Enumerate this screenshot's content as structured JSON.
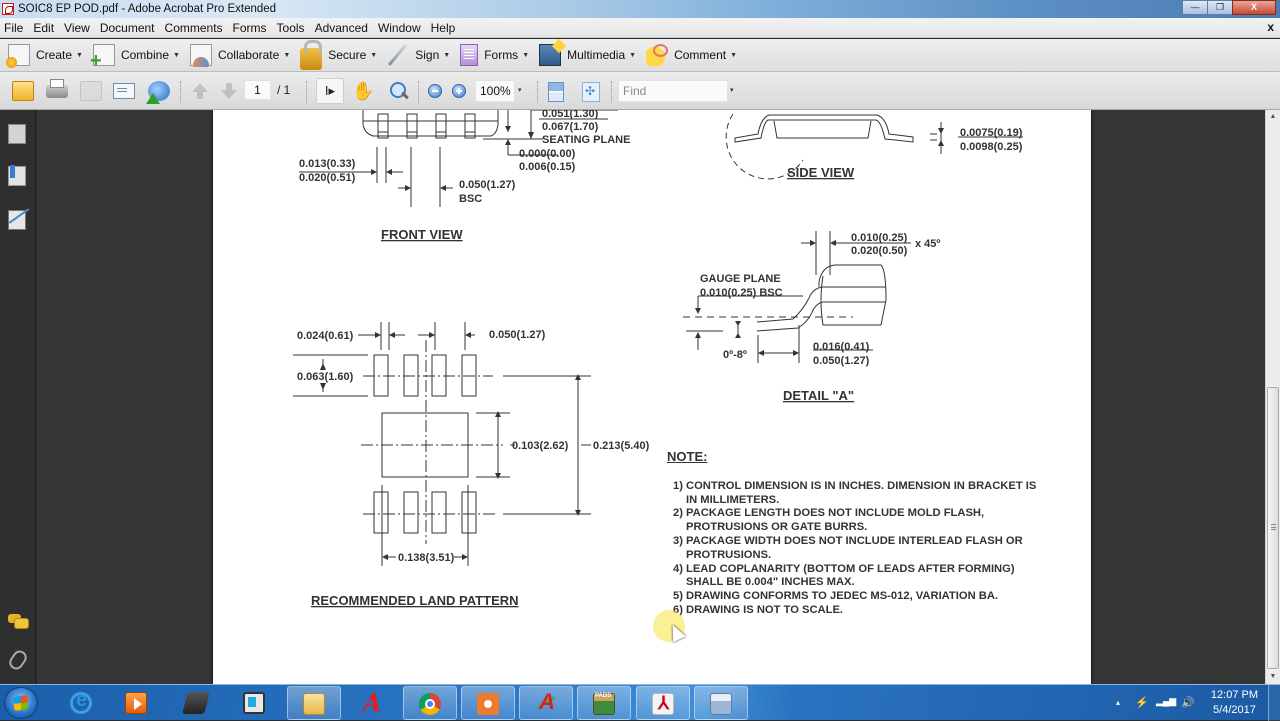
{
  "window": {
    "title": "SOIC8 EP POD.pdf - Adobe Acrobat Pro Extended",
    "controls": {
      "minimize": "—",
      "restore": "❐",
      "close": "X"
    }
  },
  "menu": {
    "items": [
      "File",
      "Edit",
      "View",
      "Document",
      "Comments",
      "Forms",
      "Tools",
      "Advanced",
      "Window",
      "Help"
    ],
    "close_doc": "x"
  },
  "tasks": [
    {
      "label": "Create",
      "icon": "create-icon"
    },
    {
      "label": "Combine",
      "icon": "combine-icon"
    },
    {
      "label": "Collaborate",
      "icon": "collaborate-icon"
    },
    {
      "label": "Secure",
      "icon": "lock-icon"
    },
    {
      "label": "Sign",
      "icon": "pen-icon"
    },
    {
      "label": "Forms",
      "icon": "forms-icon"
    },
    {
      "label": "Multimedia",
      "icon": "multimedia-icon"
    },
    {
      "label": "Comment",
      "icon": "comment-icon"
    }
  ],
  "nav": {
    "page_current": "1",
    "page_total": "/ 1",
    "select_tool": "I▸",
    "hand_tool": "✋",
    "zoom_level": "100%",
    "find_placeholder": "Find",
    "caret": "▾"
  },
  "drawing": {
    "front_view": {
      "title": "FRONT VIEW",
      "height_min": "0.051(1.30)",
      "height_max": "0.067(1.70)",
      "seating_plane": "SEATING PLANE",
      "standoff_min": "0.000(0.00)",
      "standoff_max": "0.006(0.15)",
      "lead_width_min": "0.013(0.33)",
      "lead_width_max": "0.020(0.51)",
      "pitch": "0.050(1.27)",
      "pitch_note": "BSC"
    },
    "side_view": {
      "title": "SIDE VIEW",
      "thickness_min": "0.0075(0.19)",
      "thickness_max": "0.0098(0.25)"
    },
    "detail_a": {
      "title": "DETAIL \"A\"",
      "chamfer_min": "0.010(0.25)",
      "chamfer_max": "0.020(0.50)",
      "chamfer_angle": "x 45º",
      "gauge_plane": "GAUGE PLANE",
      "gauge_value": "0.010(0.25) BSC",
      "angle": "0º-8º",
      "foot_min": "0.016(0.41)",
      "foot_max": "0.050(1.27)"
    },
    "land_pattern": {
      "title": "RECOMMENDED LAND PATTERN",
      "pad_width": "0.024(0.61)",
      "pitch": "0.050(1.27)",
      "pad_length": "0.063(1.60)",
      "ep_height": "0.103(2.62)",
      "row_span": "0.213(5.40)",
      "ep_width": "0.138(3.51)"
    },
    "notes": {
      "heading": "NOTE:",
      "items": [
        {
          "num": "1)",
          "text": "CONTROL DIMENSION IS IN INCHES.  DIMENSION IN BRACKET IS IN MILLIMETERS."
        },
        {
          "num": "2)",
          "text": "PACKAGE LENGTH DOES NOT INCLUDE MOLD FLASH, PROTRUSIONS OR GATE BURRS."
        },
        {
          "num": "3)",
          "text": "PACKAGE WIDTH DOES NOT INCLUDE INTERLEAD FLASH OR PROTRUSIONS."
        },
        {
          "num": "4)",
          "text": "LEAD COPLANARITY (BOTTOM OF LEADS AFTER FORMING) SHALL BE 0.004\" INCHES MAX."
        },
        {
          "num": "5)",
          "text": "DRAWING CONFORMS TO JEDEC MS-012, VARIATION BA."
        },
        {
          "num": "6)",
          "text": "DRAWING IS NOT TO SCALE."
        }
      ]
    }
  },
  "taskbar": {
    "apps": [
      {
        "name": "internet-explorer",
        "active": false
      },
      {
        "name": "media-player",
        "active": false
      },
      {
        "name": "book-app",
        "active": false
      },
      {
        "name": "pcb-tool",
        "active": false
      },
      {
        "name": "file-explorer",
        "active": true
      },
      {
        "name": "altium",
        "active": false
      },
      {
        "name": "chrome",
        "active": true
      },
      {
        "name": "screen-capture",
        "active": true
      },
      {
        "name": "router-app",
        "active": true
      },
      {
        "name": "pads",
        "active": true
      },
      {
        "name": "acrobat",
        "active": true
      },
      {
        "name": "calculator",
        "active": true
      }
    ],
    "tray": {
      "arrow": "▴",
      "power": "⚡",
      "signal": "▂▄▆",
      "volume": "🔊"
    },
    "time": "12:07 PM",
    "date": "5/4/2017"
  }
}
